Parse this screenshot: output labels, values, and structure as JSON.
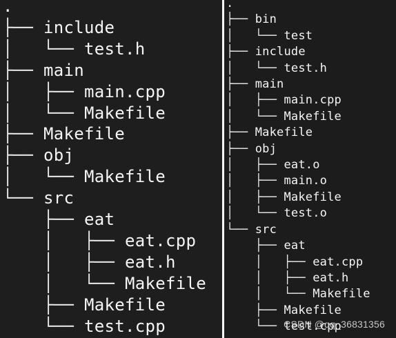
{
  "left_tree": {
    "lines": [
      {
        "prefix": "",
        "name": "."
      },
      {
        "prefix": "├── ",
        "name": "include"
      },
      {
        "prefix": "│   └── ",
        "name": "test.h"
      },
      {
        "prefix": "├── ",
        "name": "main"
      },
      {
        "prefix": "│   ├── ",
        "name": "main.cpp"
      },
      {
        "prefix": "│   └── ",
        "name": "Makefile"
      },
      {
        "prefix": "├── ",
        "name": "Makefile"
      },
      {
        "prefix": "├── ",
        "name": "obj"
      },
      {
        "prefix": "│   └── ",
        "name": "Makefile"
      },
      {
        "prefix": "└── ",
        "name": "src"
      },
      {
        "prefix": "    ├── ",
        "name": "eat"
      },
      {
        "prefix": "    │   ├── ",
        "name": "eat.cpp"
      },
      {
        "prefix": "    │   ├── ",
        "name": "eat.h"
      },
      {
        "prefix": "    │   └── ",
        "name": "Makefile"
      },
      {
        "prefix": "    ├── ",
        "name": "Makefile"
      },
      {
        "prefix": "    └── ",
        "name": "test.cpp"
      }
    ]
  },
  "right_tree": {
    "lines": [
      {
        "prefix": "",
        "name": "."
      },
      {
        "prefix": "├── ",
        "name": "bin"
      },
      {
        "prefix": "│   └── ",
        "name": "test"
      },
      {
        "prefix": "├── ",
        "name": "include"
      },
      {
        "prefix": "│   └── ",
        "name": "test.h"
      },
      {
        "prefix": "├── ",
        "name": "main"
      },
      {
        "prefix": "│   ├── ",
        "name": "main.cpp"
      },
      {
        "prefix": "│   └── ",
        "name": "Makefile"
      },
      {
        "prefix": "├── ",
        "name": "Makefile"
      },
      {
        "prefix": "├── ",
        "name": "obj"
      },
      {
        "prefix": "│   ├── ",
        "name": "eat.o"
      },
      {
        "prefix": "│   ├── ",
        "name": "main.o"
      },
      {
        "prefix": "│   ├── ",
        "name": "Makefile"
      },
      {
        "prefix": "│   └── ",
        "name": "test.o"
      },
      {
        "prefix": "└── ",
        "name": "src"
      },
      {
        "prefix": "    ├── ",
        "name": "eat"
      },
      {
        "prefix": "    │   ├── ",
        "name": "eat.cpp"
      },
      {
        "prefix": "    │   ├── ",
        "name": "eat.h"
      },
      {
        "prefix": "    │   └── ",
        "name": "Makefile"
      },
      {
        "prefix": "    ├── ",
        "name": "Makefile"
      },
      {
        "prefix": "    └── ",
        "name": "test.cpp"
      }
    ]
  },
  "watermark": {
    "text": "CSDN @qq_36831356"
  },
  "colors": {
    "background": "#1e1e1e",
    "text": "#f0f0f0",
    "divider": "#ffffff"
  }
}
